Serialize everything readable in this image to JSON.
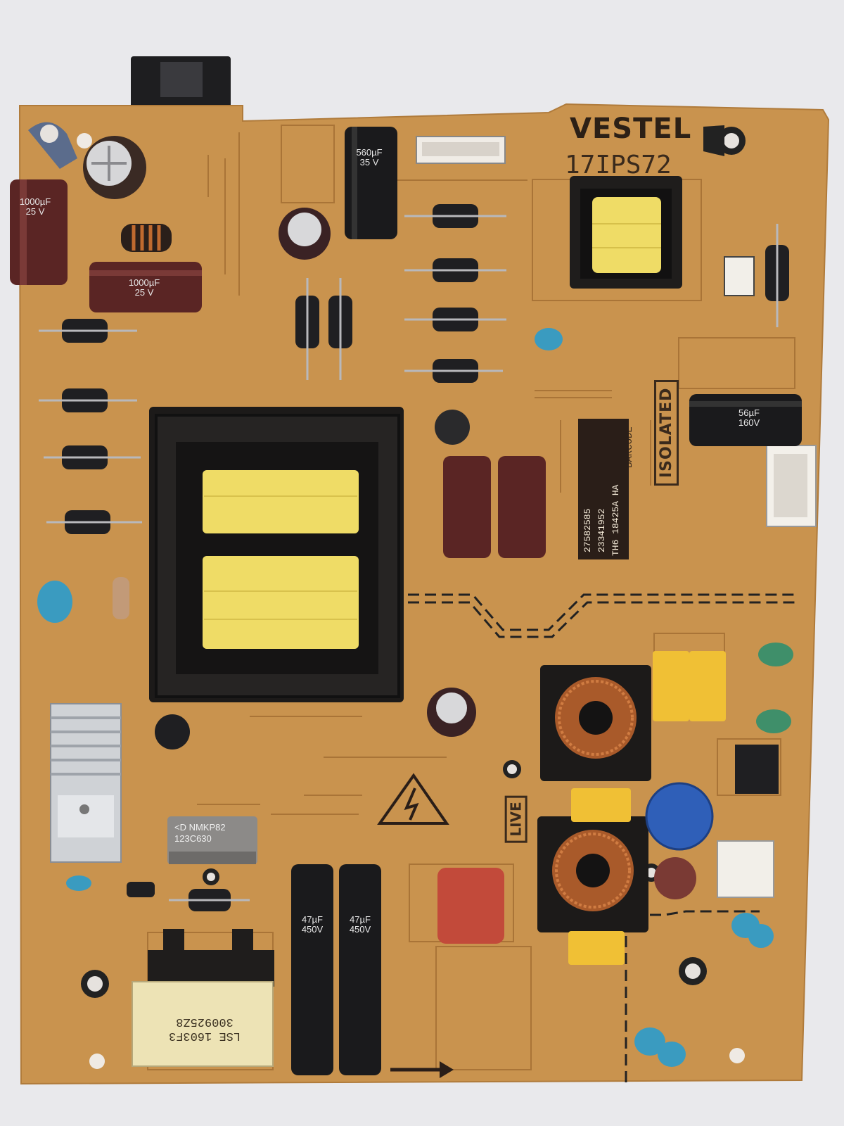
{
  "board": {
    "brand": "VESTEL",
    "model": "17IPS72",
    "isolated_mark": "ISOLATED",
    "live_mark": "LIVE",
    "barcode_label": "BARCODE"
  },
  "sticker": {
    "line1": "27582585",
    "line2": "23341952",
    "line3": "TH6 18425A HA"
  },
  "capacitors": {
    "c_25v": [
      "1000µF",
      "25 V"
    ],
    "c_35v": [
      "560µF",
      "35 V"
    ],
    "c_160v": [
      "56µF",
      "160V"
    ],
    "c_450v": [
      "47µF",
      "450V"
    ]
  },
  "relay": {
    "line1": "<D NMKP82",
    "line2": "123C630"
  },
  "standby_transformer": {
    "line1": "LSE 1603F3",
    "line2": "300925Z8"
  },
  "colors": {
    "pcb": "#c9934e",
    "trace": "#a97437",
    "silkscreen": "#3a2a1c",
    "background": "#e9e9ec",
    "transformer_core": "#1c1a19",
    "winding": "#efdc66",
    "copper": "#b9652e",
    "cap_dark": "#1a1a1c",
    "cap_maroon": "#5a2524",
    "y_cap_blue": "#3a9bc0",
    "x_cap_yellow": "#f0c035"
  }
}
